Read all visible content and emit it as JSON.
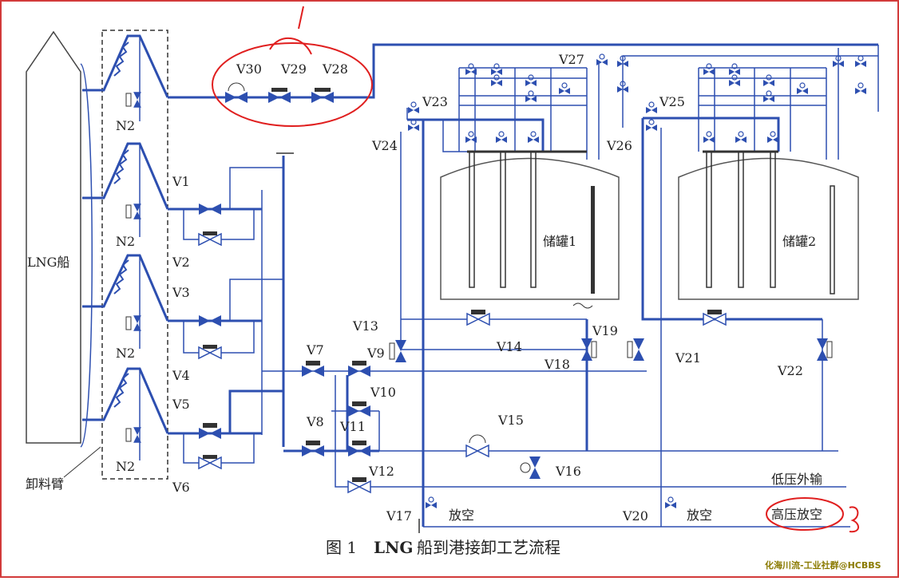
{
  "ship": {
    "label": "LNG船"
  },
  "arm": {
    "label": "卸料臂"
  },
  "nitrogen": {
    "label": "N2"
  },
  "valves": {
    "v1": "V1",
    "v2": "V2",
    "v3": "V3",
    "v4": "V4",
    "v5": "V5",
    "v6": "V6",
    "v7": "V7",
    "v8": "V8",
    "v9": "V9",
    "v10": "V10",
    "v11": "V11",
    "v12": "V12",
    "v13": "V13",
    "v14": "V14",
    "v15": "V15",
    "v16": "V16",
    "v17": "V17",
    "v18": "V18",
    "v19": "V19",
    "v20": "V20",
    "v21": "V21",
    "v22": "V22",
    "v23": "V23",
    "v24": "V24",
    "v25": "V25",
    "v26": "V26",
    "v27": "V27",
    "v28": "V28",
    "v29": "V29",
    "v30": "V30"
  },
  "tanks": {
    "tank1": "储罐1",
    "tank2": "储罐2"
  },
  "outlets": {
    "low_pressure": "低压外输",
    "high_pressure_vent": "高压放空",
    "vent": "放空"
  },
  "caption": {
    "fig": "图 1",
    "title": "LNG",
    "rest": "船到港接卸工艺流程"
  },
  "watermark": "化海川流-工业社群@HCBBS",
  "colors": {
    "pipe": "#2d4fb0",
    "thin": "#3d63c4",
    "annotation": "#e01f1f",
    "frame": "#d23a3a"
  }
}
